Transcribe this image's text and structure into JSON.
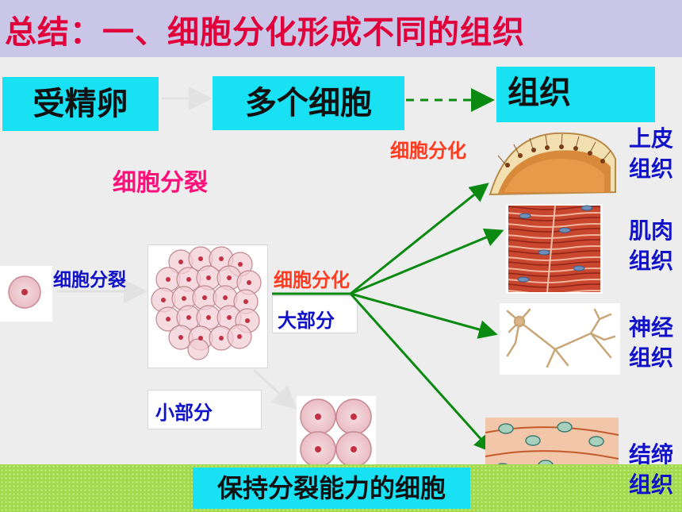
{
  "title": "总结：一、细胞分化形成不同的组织",
  "flow": {
    "zygote": "受精卵",
    "cells": "多个细胞",
    "tissue": "组织"
  },
  "labels": {
    "differentiation_top": "细胞分化",
    "division_top": "细胞分裂",
    "division_mid": "细胞分裂",
    "differentiation_mid": "细胞分化",
    "majority": "大部分",
    "minority": "小部分",
    "keep_dividing": "保持分裂能力的细胞"
  },
  "tissues": [
    {
      "l1": "上皮",
      "l2": "组织"
    },
    {
      "l1": "肌肉",
      "l2": "组织"
    },
    {
      "l1": "神经",
      "l2": "组织"
    },
    {
      "l1": "结缔",
      "l2": "组织"
    }
  ]
}
